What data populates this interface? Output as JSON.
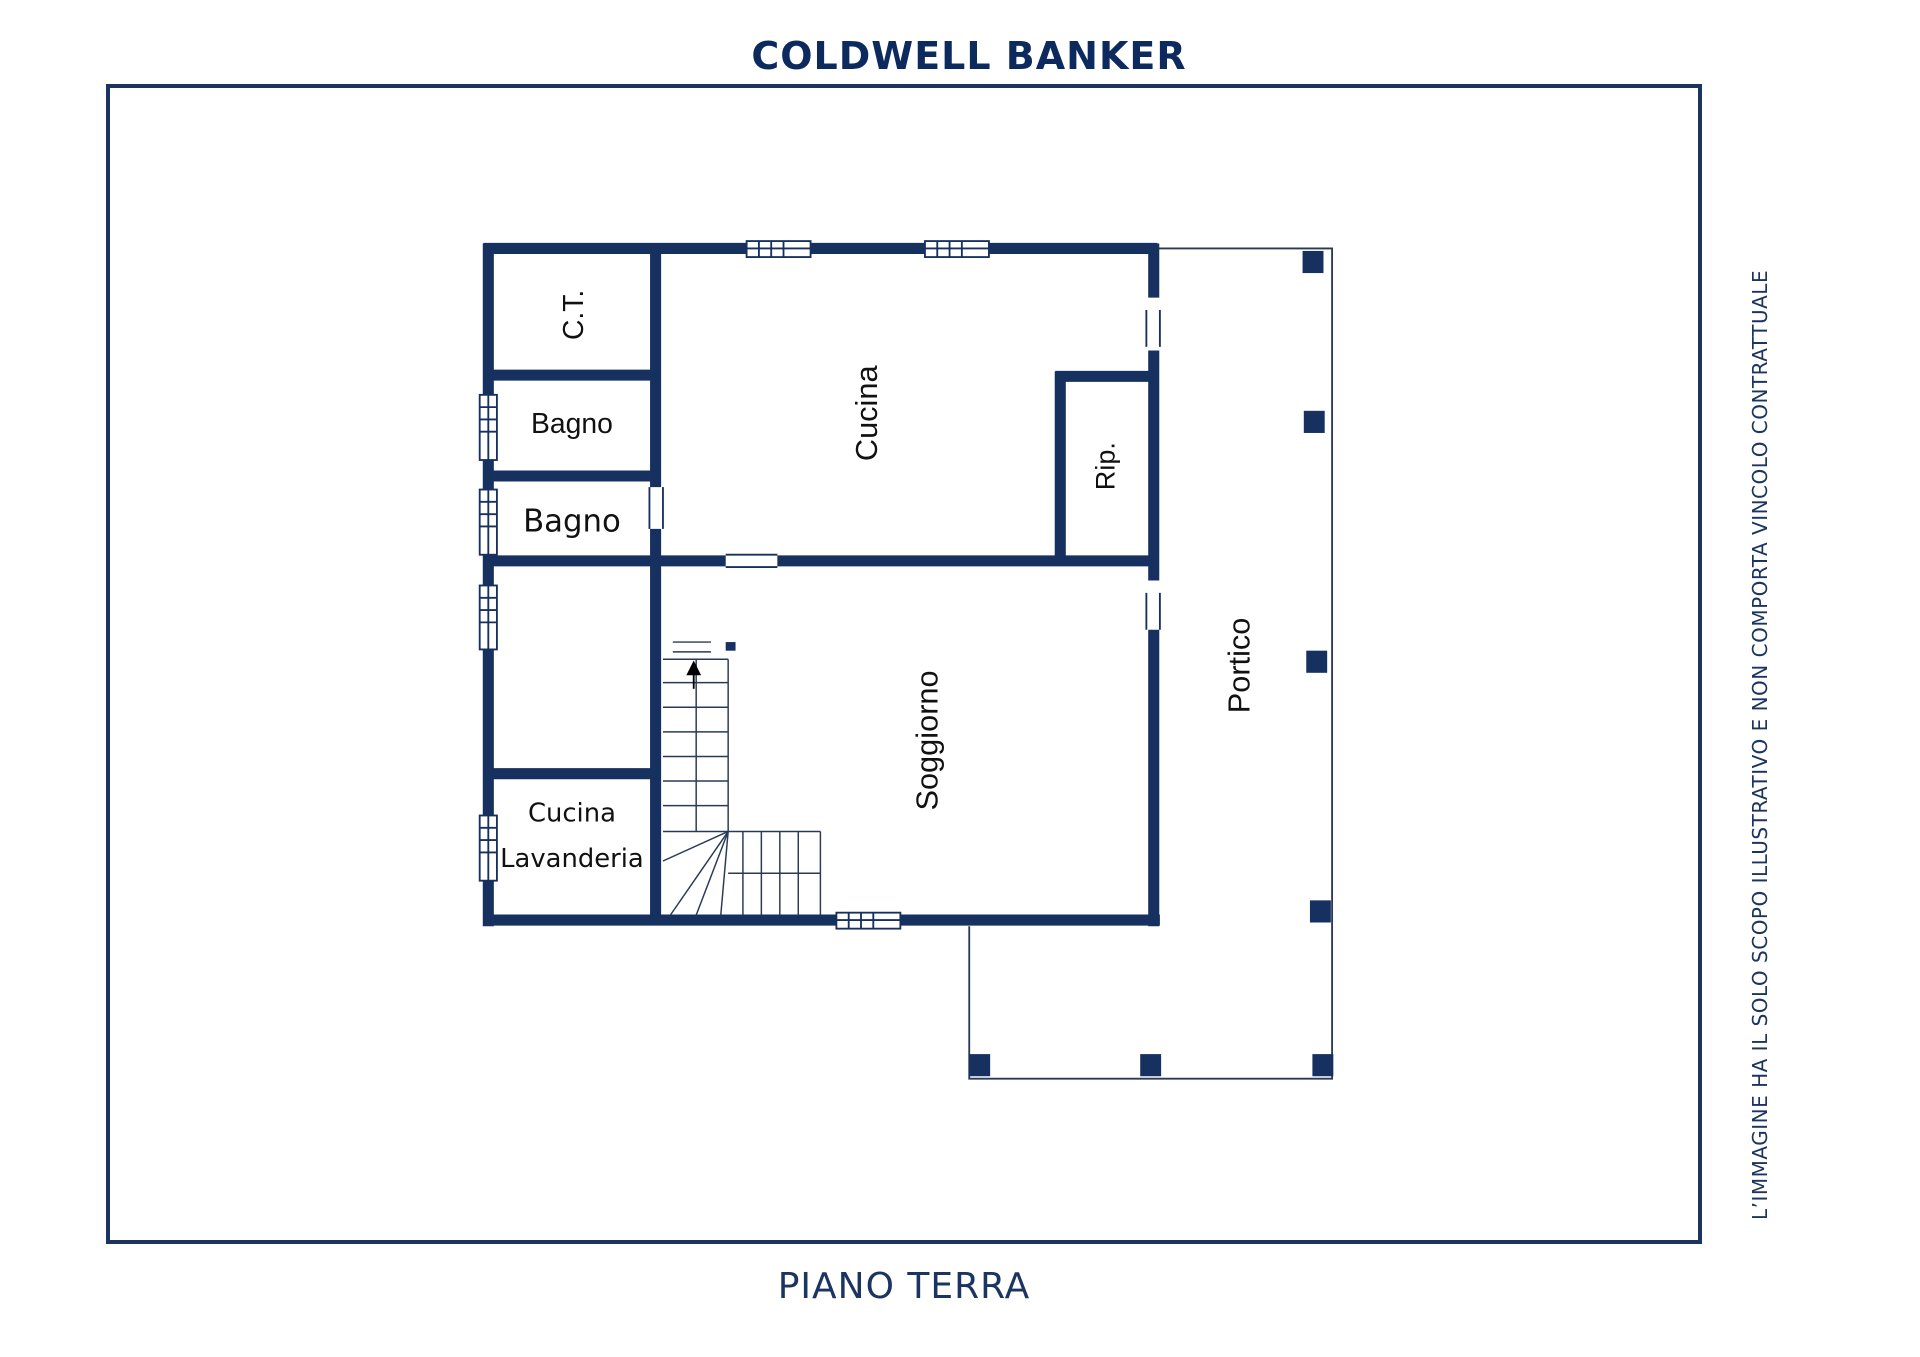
{
  "header": {
    "brand": "COLDWELL BANKER"
  },
  "plan": {
    "wall_color": "#16305f",
    "rooms": {
      "ct": "C.T.",
      "bagno1": "Bagno",
      "bagno2": "Bagno",
      "cucina": "Cucina",
      "rip": "Rip.",
      "soggiorno": "Soggiorno",
      "portico": "Portico",
      "cucina_lav_line1": "Cucina",
      "cucina_lav_line2": "Lavanderia"
    }
  },
  "footer": {
    "floor_label": "PIANO TERRA"
  },
  "disclaimer": "L’IMMAGINE HA IL SOLO SCOPO ILLUSTRATIVO E NON COMPORTA VINCOLO CONTRATTUALE"
}
